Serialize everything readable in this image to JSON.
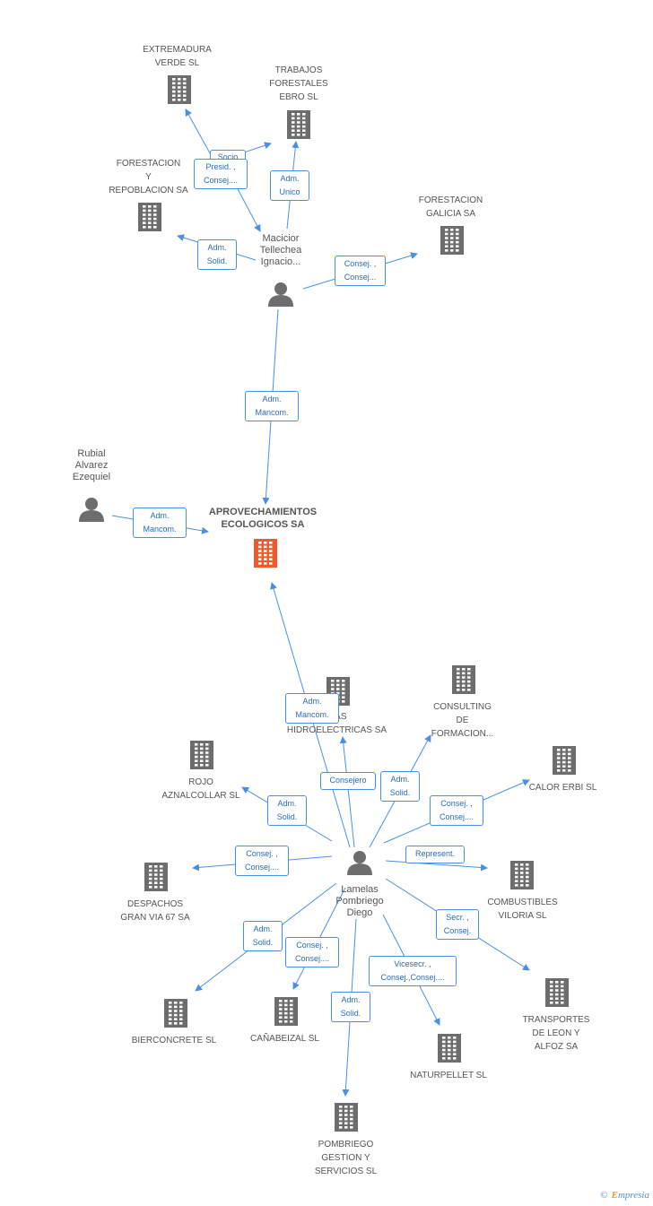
{
  "colors": {
    "company": "#6d6d6d",
    "center": "#f05a28",
    "person": "#6d6d6d",
    "edge": "#4a90e2"
  },
  "center": {
    "name": "APROVECHAMIENTOS\nECOLOGICOS SA"
  },
  "companies": {
    "extremadura": "EXTREMADURA\nVERDE SL",
    "trabajos": "TRABAJOS\nFORESTALES\nEBRO SL",
    "forestacion_rep": "FORESTACION\nY\nREPOBLACION SA",
    "forestacion_gal": "FORESTACION\nGALICIA SA",
    "hidro": "IVAS\nHIDROELECTRICAS SA",
    "consulting": "CONSULTING\nDE\nFORMACION...",
    "rojo": "ROJO\nAZNALCOLLAR SL",
    "calor": "CALOR ERBI SL",
    "despachos": "DESPACHOS\nGRAN VIA 67 SA",
    "combustibles": "COMBUSTIBLES\nVILORIA SL",
    "transportes": "TRANSPORTES\nDE LEON Y\nALFOZ SA",
    "bierconcrete": "BIERCONCRETE SL",
    "canabeizal": "CAÑABEIZAL SL",
    "naturpellet": "NATURPELLET SL",
    "pombriego": "POMBRIEGO\nGESTION Y\nSERVICIOS SL"
  },
  "persons": {
    "macicior": "Macicior\nTellechea\nIgnacio...",
    "rubial": "Rubial\nAlvarez\nEzequiel",
    "lamelas": "Lamelas\nPombriego\nDiego"
  },
  "edges": {
    "socio": "Socio",
    "presid": "Presid. ,\nConsej....",
    "adm_unico": "Adm.\nUnico",
    "adm_solid_rep": "Adm.\nSolid.",
    "consej_gal": "Consej. ,\nConsej...",
    "adm_mancom_mac": "Adm.\nMancom.",
    "adm_mancom_rub": "Adm.\nMancom.",
    "adm_mancom_lam": "Adm.\nMancom.",
    "consejero": "Consejero",
    "adm_solid_cons": "Adm.\nSolid.",
    "adm_solid_rojo": "Adm.\nSolid.",
    "consej_calor": "Consej. ,\nConsej....",
    "consej_desp": "Consej. ,\nConsej....",
    "represent": "Represent.",
    "secr": "Secr. ,\nConsej.",
    "adm_solid_bier": "Adm.\nSolid.",
    "consej_cana": "Consej. ,\nConsej....",
    "vicesecr": "Vicesecr. ,\nConsej.,Consej....",
    "adm_solid_pomb": "Adm.\nSolid."
  },
  "footer": {
    "copyright": "©",
    "brand_e": "E",
    "brand_rest": "mpresia"
  }
}
